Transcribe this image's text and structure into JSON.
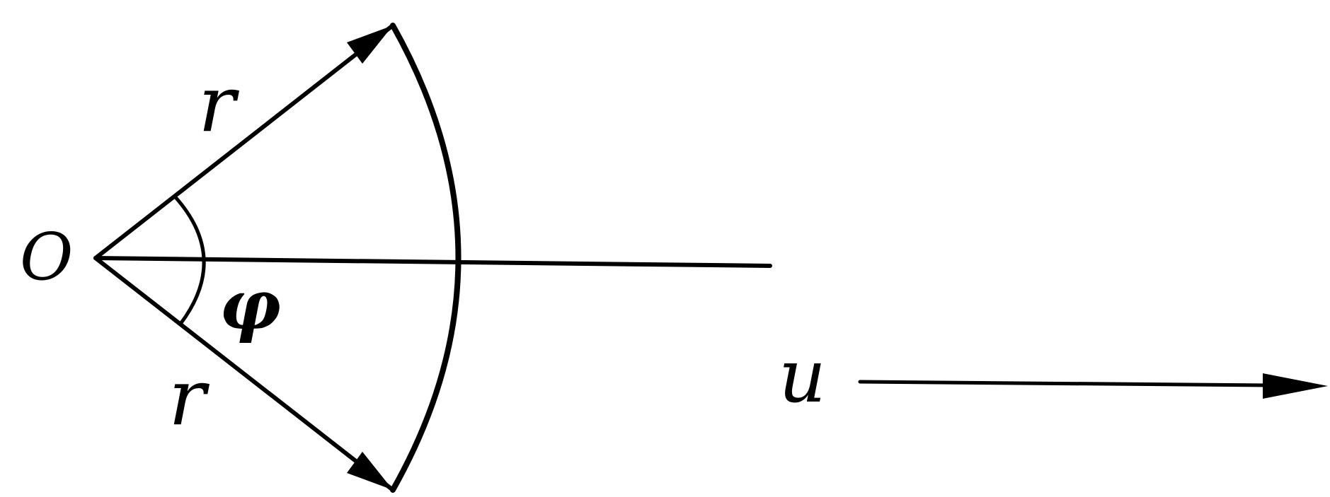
{
  "colors": {
    "ink": "#000000",
    "background": "#ffffff"
  },
  "labels": {
    "origin": "O",
    "angle": "φ",
    "radius_top": "r",
    "radius_bottom": "r",
    "velocity": "u"
  }
}
